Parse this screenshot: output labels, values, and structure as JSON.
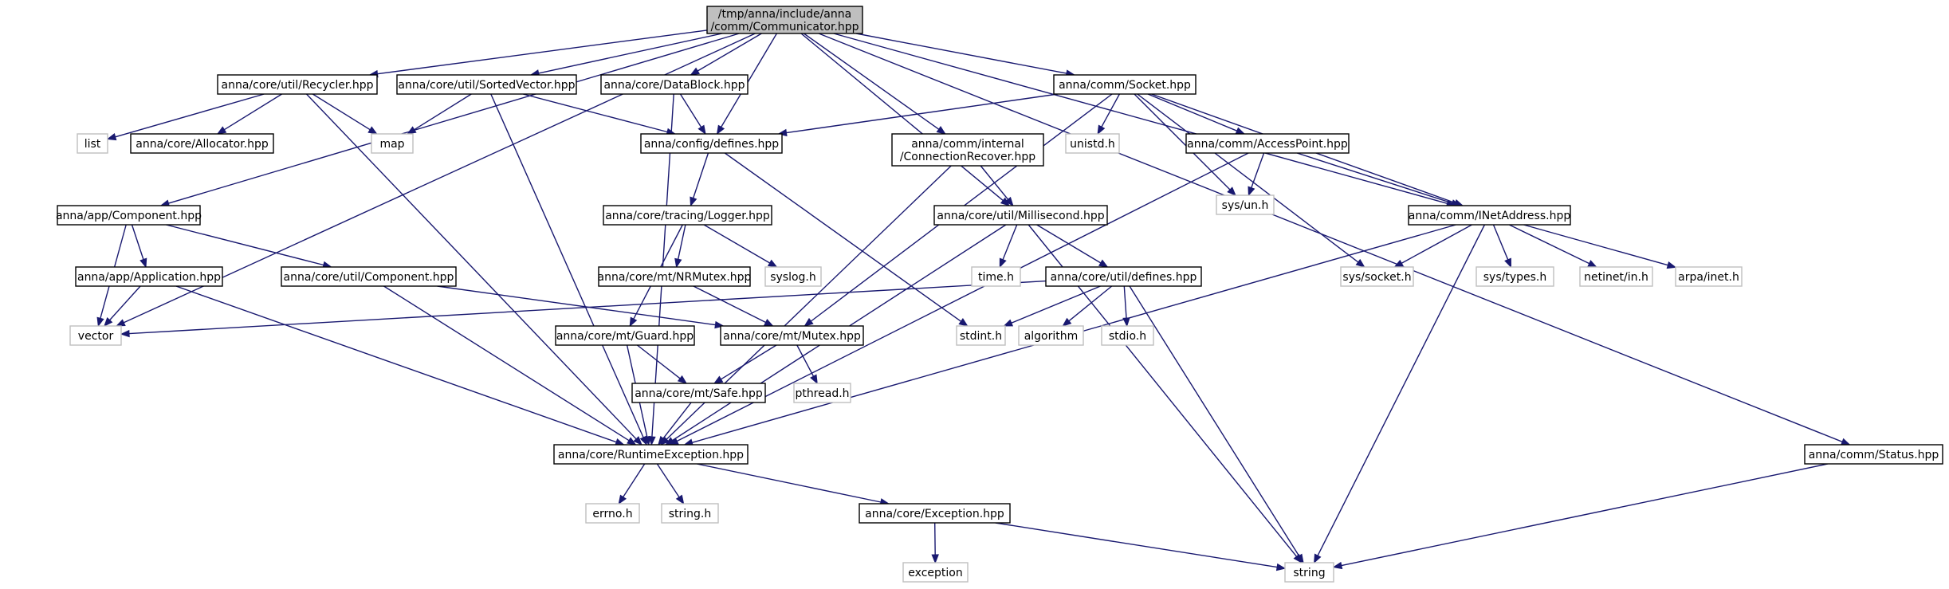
{
  "nodes": [
    {
      "id": "root",
      "lines": [
        "/tmp/anna/include/anna",
        "/comm/Communicator.hpp"
      ],
      "kind": "root"
    },
    {
      "id": "recycler",
      "lines": [
        "anna/core/util/Recycler.hpp"
      ],
      "kind": "file"
    },
    {
      "id": "sortedvector",
      "lines": [
        "anna/core/util/SortedVector.hpp"
      ],
      "kind": "file"
    },
    {
      "id": "datablock",
      "lines": [
        "anna/core/DataBlock.hpp"
      ],
      "kind": "file"
    },
    {
      "id": "socket",
      "lines": [
        "anna/comm/Socket.hpp"
      ],
      "kind": "file"
    },
    {
      "id": "list",
      "lines": [
        "list"
      ],
      "kind": "sys"
    },
    {
      "id": "allocator",
      "lines": [
        "anna/core/Allocator.hpp"
      ],
      "kind": "file"
    },
    {
      "id": "map",
      "lines": [
        "map"
      ],
      "kind": "sys"
    },
    {
      "id": "configdefines",
      "lines": [
        "anna/config/defines.hpp"
      ],
      "kind": "file"
    },
    {
      "id": "connrecover",
      "lines": [
        "anna/comm/internal",
        "/ConnectionRecover.hpp"
      ],
      "kind": "file"
    },
    {
      "id": "unistd",
      "lines": [
        "unistd.h"
      ],
      "kind": "sys"
    },
    {
      "id": "accesspoint",
      "lines": [
        "anna/comm/AccessPoint.hpp"
      ],
      "kind": "file"
    },
    {
      "id": "sysun",
      "lines": [
        "sys/un.h"
      ],
      "kind": "sys"
    },
    {
      "id": "appcomponent",
      "lines": [
        "anna/app/Component.hpp"
      ],
      "kind": "file"
    },
    {
      "id": "logger",
      "lines": [
        "anna/core/tracing/Logger.hpp"
      ],
      "kind": "file"
    },
    {
      "id": "millisecond",
      "lines": [
        "anna/core/util/Millisecond.hpp"
      ],
      "kind": "file"
    },
    {
      "id": "inetaddress",
      "lines": [
        "anna/comm/INetAddress.hpp"
      ],
      "kind": "file"
    },
    {
      "id": "application",
      "lines": [
        "anna/app/Application.hpp"
      ],
      "kind": "file"
    },
    {
      "id": "utilcomponent",
      "lines": [
        "anna/core/util/Component.hpp"
      ],
      "kind": "file"
    },
    {
      "id": "nrmutex",
      "lines": [
        "anna/core/mt/NRMutex.hpp"
      ],
      "kind": "file"
    },
    {
      "id": "syslog",
      "lines": [
        "syslog.h"
      ],
      "kind": "sys"
    },
    {
      "id": "timeh",
      "lines": [
        "time.h"
      ],
      "kind": "sys"
    },
    {
      "id": "utildefines",
      "lines": [
        "anna/core/util/defines.hpp"
      ],
      "kind": "file"
    },
    {
      "id": "syssocket",
      "lines": [
        "sys/socket.h"
      ],
      "kind": "sys"
    },
    {
      "id": "systypes",
      "lines": [
        "sys/types.h"
      ],
      "kind": "sys"
    },
    {
      "id": "netinet",
      "lines": [
        "netinet/in.h"
      ],
      "kind": "sys"
    },
    {
      "id": "arpainet",
      "lines": [
        "arpa/inet.h"
      ],
      "kind": "sys"
    },
    {
      "id": "vector",
      "lines": [
        "vector"
      ],
      "kind": "sys"
    },
    {
      "id": "guard",
      "lines": [
        "anna/core/mt/Guard.hpp"
      ],
      "kind": "file"
    },
    {
      "id": "mutex",
      "lines": [
        "anna/core/mt/Mutex.hpp"
      ],
      "kind": "file"
    },
    {
      "id": "stdint",
      "lines": [
        "stdint.h"
      ],
      "kind": "sys"
    },
    {
      "id": "algorithm",
      "lines": [
        "algorithm"
      ],
      "kind": "sys"
    },
    {
      "id": "stdio",
      "lines": [
        "stdio.h"
      ],
      "kind": "sys"
    },
    {
      "id": "safe",
      "lines": [
        "anna/core/mt/Safe.hpp"
      ],
      "kind": "file"
    },
    {
      "id": "pthread",
      "lines": [
        "pthread.h"
      ],
      "kind": "sys"
    },
    {
      "id": "runtimeex",
      "lines": [
        "anna/core/RuntimeException.hpp"
      ],
      "kind": "file"
    },
    {
      "id": "status",
      "lines": [
        "anna/comm/Status.hpp"
      ],
      "kind": "file"
    },
    {
      "id": "errno",
      "lines": [
        "errno.h"
      ],
      "kind": "sys"
    },
    {
      "id": "stringh",
      "lines": [
        "string.h"
      ],
      "kind": "sys"
    },
    {
      "id": "exception",
      "lines": [
        "anna/core/Exception.hpp"
      ],
      "kind": "file"
    },
    {
      "id": "exceptionsys",
      "lines": [
        "exception"
      ],
      "kind": "sys"
    },
    {
      "id": "string",
      "lines": [
        "string"
      ],
      "kind": "sys"
    }
  ],
  "edges": [
    [
      "root",
      "recycler"
    ],
    [
      "root",
      "sortedvector"
    ],
    [
      "root",
      "datablock"
    ],
    [
      "root",
      "socket"
    ],
    [
      "root",
      "configdefines"
    ],
    [
      "root",
      "connrecover"
    ],
    [
      "root",
      "millisecond"
    ],
    [
      "root",
      "inetaddress"
    ],
    [
      "root",
      "appcomponent"
    ],
    [
      "root",
      "vector"
    ],
    [
      "root",
      "status"
    ],
    [
      "recycler",
      "list"
    ],
    [
      "recycler",
      "allocator"
    ],
    [
      "recycler",
      "map"
    ],
    [
      "recycler",
      "runtimeex"
    ],
    [
      "sortedvector",
      "map"
    ],
    [
      "sortedvector",
      "configdefines"
    ],
    [
      "sortedvector",
      "runtimeex"
    ],
    [
      "datablock",
      "configdefines"
    ],
    [
      "datablock",
      "runtimeex"
    ],
    [
      "socket",
      "configdefines"
    ],
    [
      "socket",
      "unistd"
    ],
    [
      "socket",
      "accesspoint"
    ],
    [
      "socket",
      "sysun"
    ],
    [
      "socket",
      "syssocket"
    ],
    [
      "socket",
      "inetaddress"
    ],
    [
      "socket",
      "mutex"
    ],
    [
      "configdefines",
      "logger"
    ],
    [
      "configdefines",
      "stdint"
    ],
    [
      "connrecover",
      "millisecond"
    ],
    [
      "connrecover",
      "runtimeex"
    ],
    [
      "accesspoint",
      "sysun"
    ],
    [
      "accesspoint",
      "inetaddress"
    ],
    [
      "accesspoint",
      "runtimeex"
    ],
    [
      "appcomponent",
      "application"
    ],
    [
      "appcomponent",
      "utilcomponent"
    ],
    [
      "appcomponent",
      "vector"
    ],
    [
      "application",
      "vector"
    ],
    [
      "application",
      "runtimeex"
    ],
    [
      "utilcomponent",
      "mutex"
    ],
    [
      "utilcomponent",
      "runtimeex"
    ],
    [
      "logger",
      "nrmutex"
    ],
    [
      "logger",
      "syslog"
    ],
    [
      "logger",
      "guard"
    ],
    [
      "nrmutex",
      "mutex"
    ],
    [
      "millisecond",
      "timeh"
    ],
    [
      "millisecond",
      "utildefines"
    ],
    [
      "millisecond",
      "string"
    ],
    [
      "millisecond",
      "runtimeex"
    ],
    [
      "utildefines",
      "vector"
    ],
    [
      "utildefines",
      "stdint"
    ],
    [
      "utildefines",
      "algorithm"
    ],
    [
      "utildefines",
      "stdio"
    ],
    [
      "utildefines",
      "string"
    ],
    [
      "inetaddress",
      "syssocket"
    ],
    [
      "inetaddress",
      "systypes"
    ],
    [
      "inetaddress",
      "netinet"
    ],
    [
      "inetaddress",
      "arpainet"
    ],
    [
      "inetaddress",
      "string"
    ],
    [
      "inetaddress",
      "runtimeex"
    ],
    [
      "guard",
      "safe"
    ],
    [
      "guard",
      "runtimeex"
    ],
    [
      "mutex",
      "safe"
    ],
    [
      "mutex",
      "pthread"
    ],
    [
      "safe",
      "runtimeex"
    ],
    [
      "runtimeex",
      "errno"
    ],
    [
      "runtimeex",
      "stringh"
    ],
    [
      "runtimeex",
      "exception"
    ],
    [
      "exception",
      "exceptionsys"
    ],
    [
      "exception",
      "string"
    ],
    [
      "status",
      "string"
    ]
  ]
}
